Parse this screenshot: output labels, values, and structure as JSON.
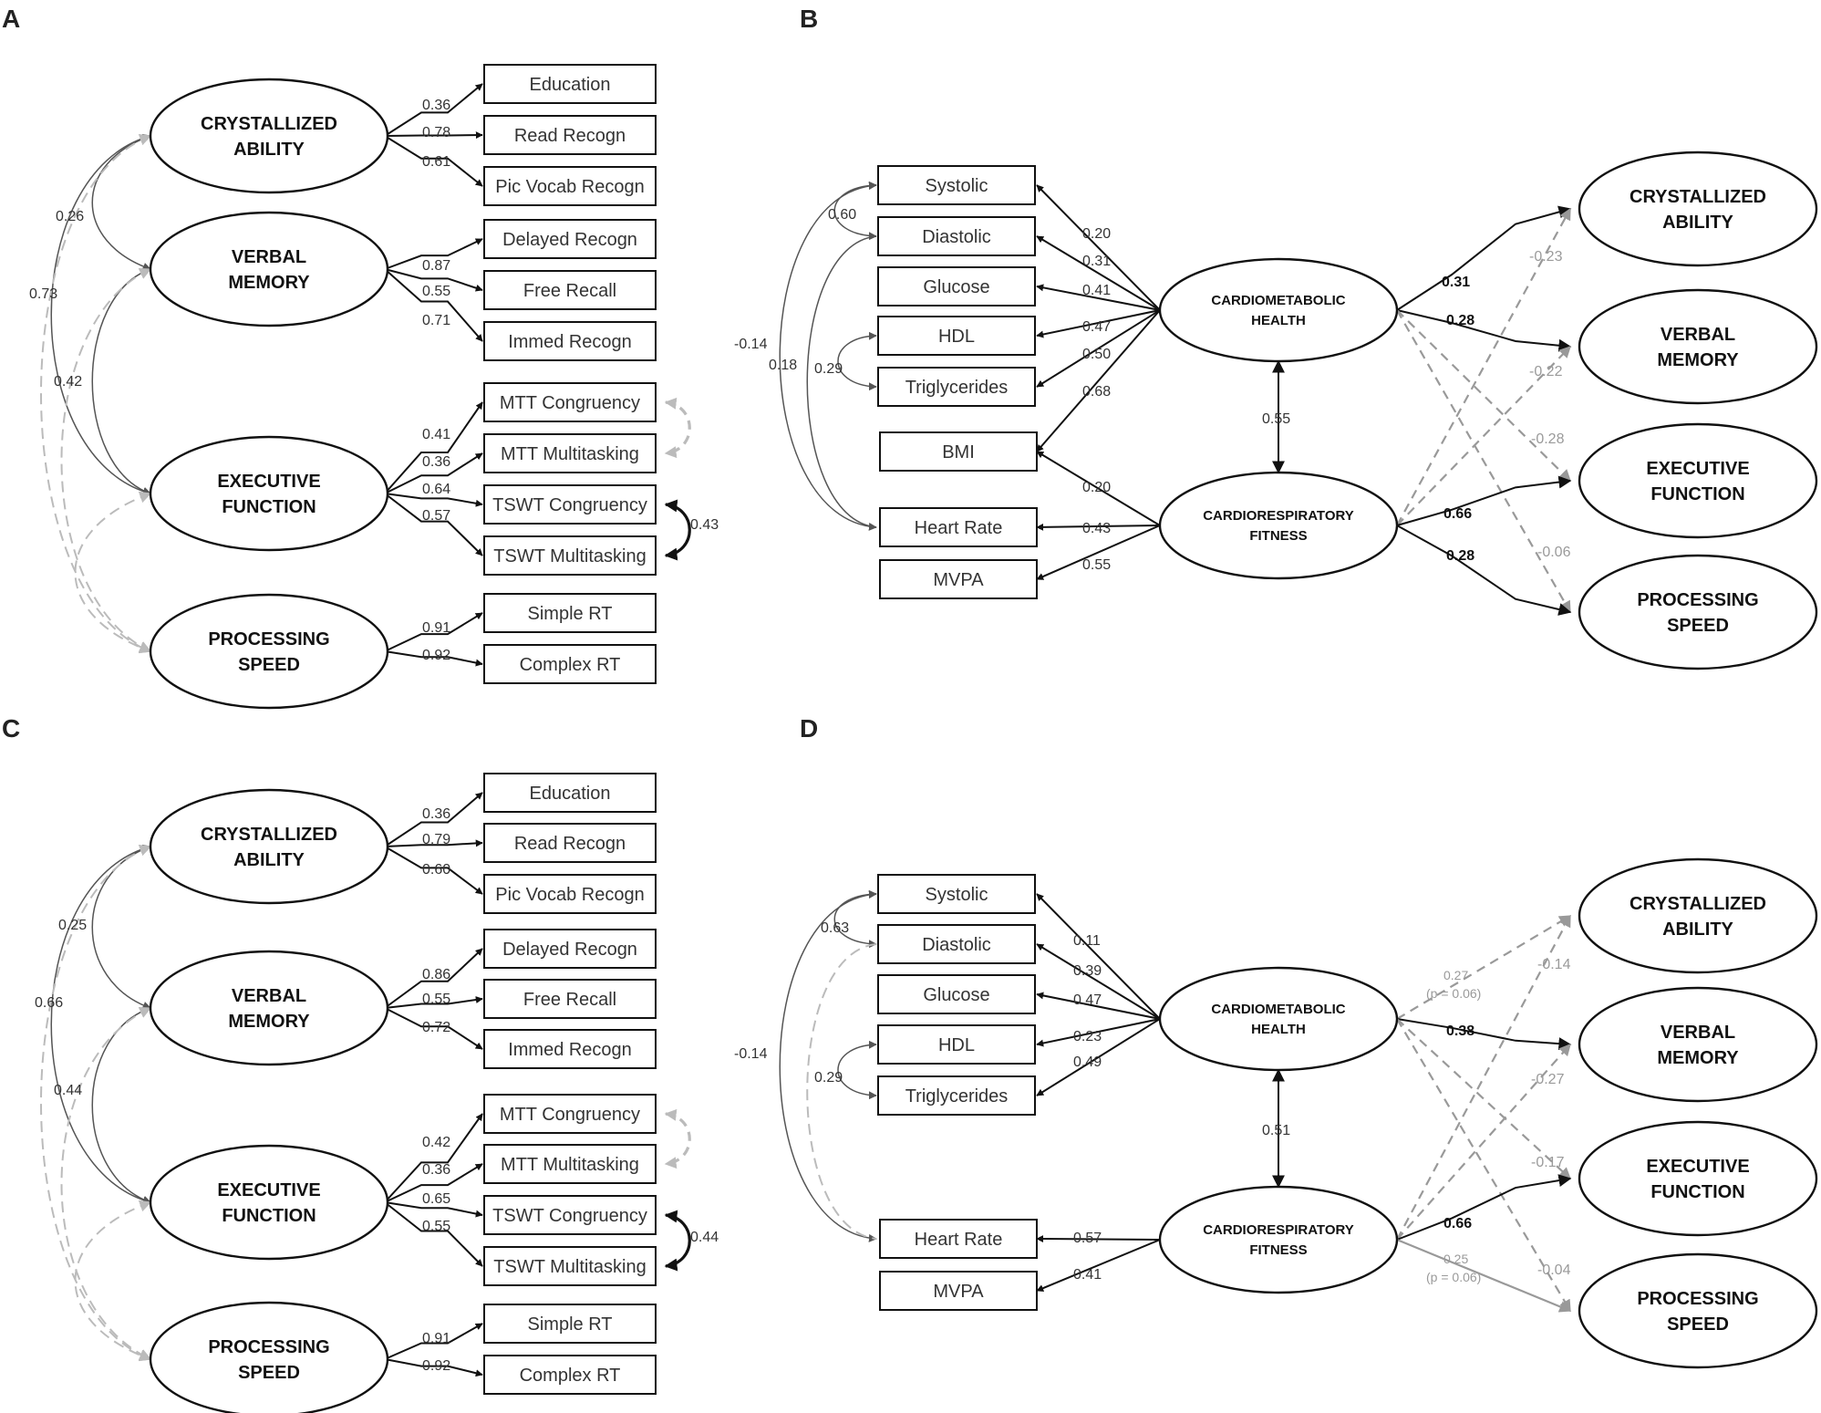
{
  "panels": {
    "A": {
      "letter": "A",
      "latents": [
        "CRYSTALLIZED|ABILITY",
        "VERBAL|MEMORY",
        "EXECUTIVE|FUNCTION",
        "PROCESSING|SPEED"
      ],
      "indicators": [
        "Education",
        "Read Recogn",
        "Pic Vocab Recogn",
        "Delayed Recogn",
        "Free Recall",
        "Immed Recogn",
        "MTT Congruency",
        "MTT Multitasking",
        "TSWT Congruency",
        "TSWT Multitasking",
        "Simple RT",
        "Complex RT"
      ],
      "loadings": [
        "0.36",
        "0.78",
        "0.61",
        "0.87",
        "0.55",
        "0.71",
        "0.41",
        "0.36",
        "0.64",
        "0.57",
        "0.91",
        "0.92"
      ],
      "correlations": {
        "cr_vm": "0.26",
        "cr_ef": "0.73",
        "vm_ef": "0.42",
        "tswt": "0.43"
      }
    },
    "B": {
      "letter": "B",
      "indicators": [
        "Systolic",
        "Diastolic",
        "Glucose",
        "HDL",
        "Triglycerides",
        "BMI",
        "Heart Rate",
        "MVPA"
      ],
      "ch_label": "CARDIOMETABOLIC|HEALTH",
      "cf_label": "CARDIORESPIRATORY|FITNESS",
      "outcomes": [
        "CRYSTALLIZED|ABILITY",
        "VERBAL|MEMORY",
        "EXECUTIVE|FUNCTION",
        "PROCESSING|SPEED"
      ],
      "ch_loadings": [
        "0.20",
        "0.31",
        "0.41",
        "0.47",
        "0.50",
        "0.68"
      ],
      "cf_loadings": [
        "0.20",
        "0.43",
        "0.55"
      ],
      "corr": {
        "sys_dia": "0.60",
        "sys_hr": "-0.14",
        "dia_hr": "0.18",
        "hdl_tri": "0.29",
        "ch_cf": "0.55"
      },
      "paths": {
        "ch_cr": "0.31",
        "ch_vm": "0.28",
        "ch_ef": "-0.28",
        "ch_ps": "-0.06",
        "cf_cr": "-0.23",
        "cf_vm": "-0.22",
        "cf_ef": "0.66",
        "cf_ps": "0.28"
      }
    },
    "C": {
      "letter": "C",
      "latents": [
        "CRYSTALLIZED|ABILITY",
        "VERBAL|MEMORY",
        "EXECUTIVE|FUNCTION",
        "PROCESSING|SPEED"
      ],
      "indicators": [
        "Education",
        "Read Recogn",
        "Pic Vocab Recogn",
        "Delayed Recogn",
        "Free Recall",
        "Immed Recogn",
        "MTT Congruency",
        "MTT Multitasking",
        "TSWT Congruency",
        "TSWT Multitasking",
        "Simple RT",
        "Complex RT"
      ],
      "loadings": [
        "0.36",
        "0.79",
        "0.60",
        "0.86",
        "0.55",
        "0.72",
        "0.42",
        "0.36",
        "0.65",
        "0.55",
        "0.91",
        "0.92"
      ],
      "correlations": {
        "cr_vm": "0.25",
        "cr_ef": "0.66",
        "vm_ef": "0.44",
        "tswt": "0.44"
      }
    },
    "D": {
      "letter": "D",
      "indicators": [
        "Systolic",
        "Diastolic",
        "Glucose",
        "HDL",
        "Triglycerides",
        "Heart Rate",
        "MVPA"
      ],
      "ch_label": "CARDIOMETABOLIC|HEALTH",
      "cf_label": "CARDIORESPIRATORY|FITNESS",
      "outcomes": [
        "CRYSTALLIZED|ABILITY",
        "VERBAL|MEMORY",
        "EXECUTIVE|FUNCTION",
        "PROCESSING|SPEED"
      ],
      "ch_loadings": [
        "0.11",
        "0.39",
        "0.47",
        "0.23",
        "0.49"
      ],
      "cf_loadings": [
        "0.57",
        "0.41"
      ],
      "corr": {
        "sys_dia": "0.63",
        "sys_hr": "-0.14",
        "hdl_tri": "0.29",
        "ch_cf": "0.51"
      },
      "paths": {
        "ch_cr": "0.27",
        "ch_cr_p": "(p = 0.06)",
        "ch_vm": "0.38",
        "ch_ef": "-0.17",
        "ch_ps": "-0.04",
        "cf_cr": "-0.14",
        "cf_vm": "-0.27",
        "cf_ef": "0.66",
        "cf_ps": "0.25",
        "cf_ps_p": "(p = 0.06)"
      }
    }
  }
}
